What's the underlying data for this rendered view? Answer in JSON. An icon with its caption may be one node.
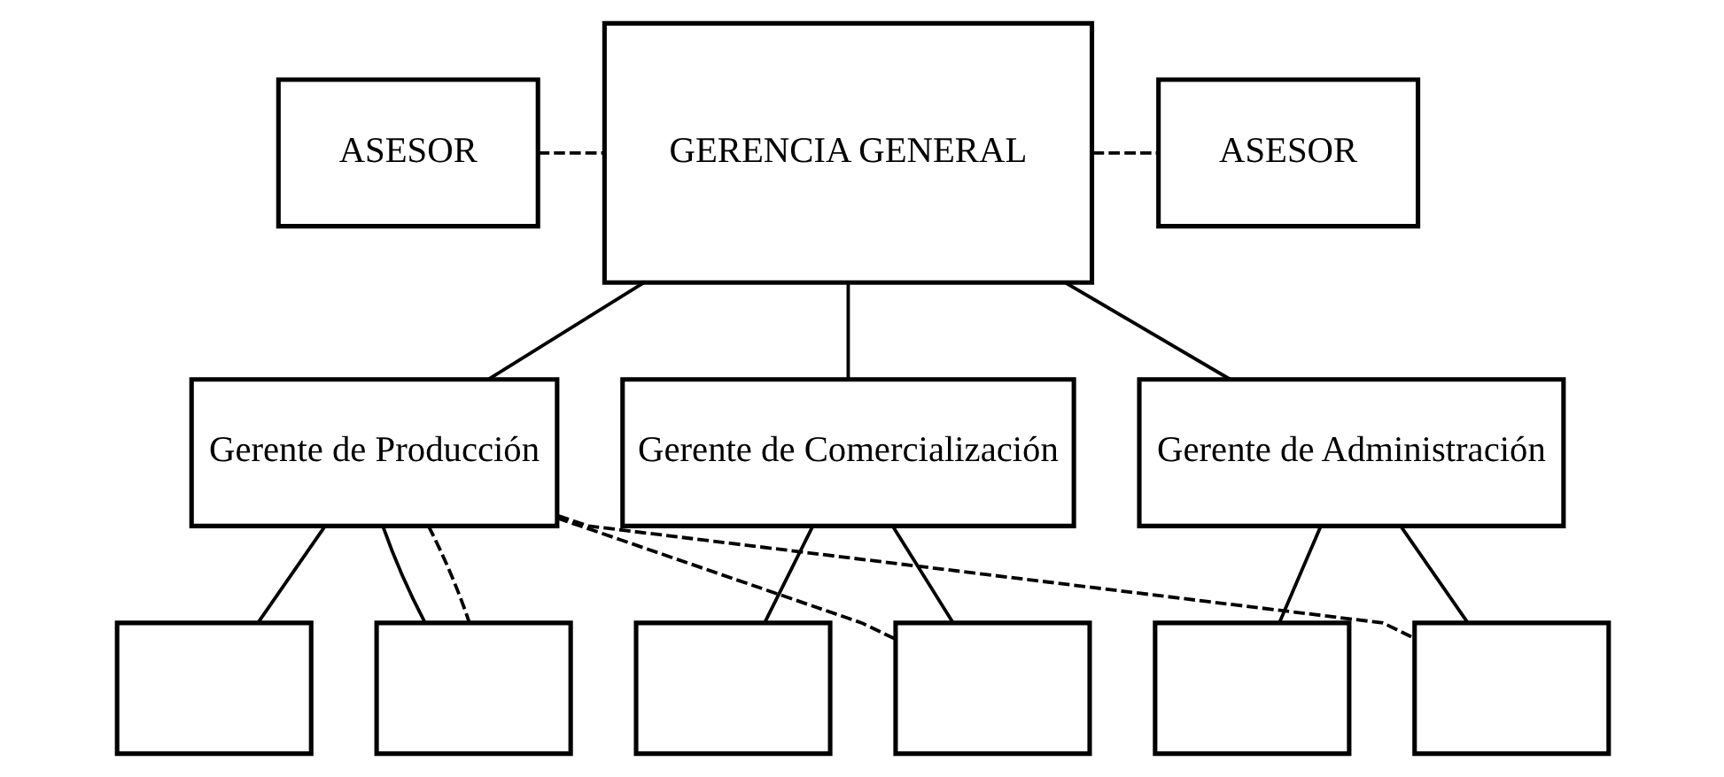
{
  "diagram": {
    "nodes": [
      {
        "text": [
          "ASESOR"
        ]
      },
      {
        "text": [
          "GERENCIA GENERAL"
        ]
      },
      {
        "text": [
          "ASESOR"
        ]
      },
      {
        "text": [
          "Gerente de Producción"
        ]
      },
      {
        "text": [
          "Gerente de Comercialización"
        ]
      },
      {
        "text": [
          "Gerente de Administración"
        ]
      },
      {
        "text": [],
        "shape": "box"
      },
      {
        "text": [],
        "shape": "box"
      },
      {
        "text": [],
        "shape": "box"
      },
      {
        "text": [],
        "shape": "box"
      },
      {
        "text": [],
        "shape": "box"
      },
      {
        "text": [],
        "shape": "box"
      }
    ],
    "edges": [
      {
        "from": 0,
        "to": 1,
        "arrow": "none",
        "style": "dashed"
      },
      {
        "from": 1,
        "to": 2,
        "arrow": "none",
        "style": "dashed"
      },
      {
        "from": 1,
        "to": 3,
        "arrow": "none"
      },
      {
        "from": 1,
        "to": 4,
        "arrow": "none"
      },
      {
        "from": 1,
        "to": 5,
        "arrow": "none"
      },
      {
        "from": 3,
        "to": 6,
        "arrow": "none"
      },
      {
        "from": 3,
        "to": 7,
        "arrow": "none"
      },
      {
        "from": 4,
        "to": 8,
        "arrow": "none"
      },
      {
        "from": 4,
        "to": 9,
        "arrow": "none"
      },
      {
        "from": 5,
        "to": 10,
        "arrow": "none"
      },
      {
        "from": 5,
        "to": 11,
        "arrow": "none"
      },
      {
        "from": 3,
        "to": 7,
        "arrow": "none",
        "style": "dashed"
      },
      {
        "from": 3,
        "to": 9,
        "arrow": "none",
        "style": "dashed"
      },
      {
        "from": 3,
        "to": 11,
        "arrow": "none",
        "style": "dashed"
      }
    ]
  }
}
